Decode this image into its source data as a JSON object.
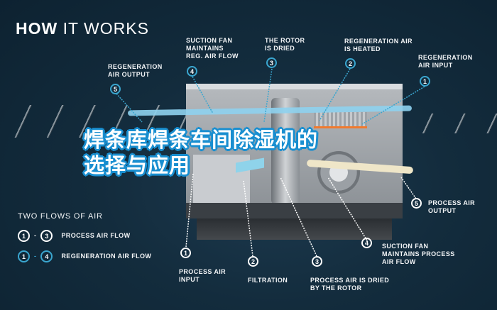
{
  "title": {
    "bold": "HOW",
    "rest": " IT WORKS"
  },
  "overlay_title": {
    "line1": "焊条库焊条车间除湿机的",
    "line2": "选择与应用"
  },
  "top_callouts": [
    {
      "num": "5",
      "label": "REGENERATION\nAIR OUTPUT"
    },
    {
      "num": "4",
      "label": "SUCTION FAN\nMAINTAINS\nREG. AIR FLOW"
    },
    {
      "num": "3",
      "label": "THE ROTOR\nIS DRIED"
    },
    {
      "num": "2",
      "label": "REGENERATION AIR\nIS HEATED"
    },
    {
      "num": "1",
      "label": "REGENERATION\nAIR INPUT"
    }
  ],
  "bottom_callouts": [
    {
      "num": "1",
      "label": "PROCESS AIR\nINPUT"
    },
    {
      "num": "2",
      "label": "FILTRATION"
    },
    {
      "num": "3",
      "label": "PROCESS AIR IS DRIED\nBY THE ROTOR"
    },
    {
      "num": "4",
      "label": "SUCTION FAN\nMAINTAINS PROCESS\nAIR FLOW"
    },
    {
      "num": "5",
      "label": "PROCESS AIR\nOUTPUT"
    }
  ],
  "legend": {
    "title": "TWO FLOWS OF AIR",
    "items": [
      {
        "from": "1",
        "to": "3",
        "label": "PROCESS AIR FLOW",
        "color": "#ffffff"
      },
      {
        "from": "1",
        "to": "4",
        "label": "REGENERATION AIR FLOW",
        "color": "#3aa6cf"
      }
    ],
    "dash": "-"
  },
  "colors": {
    "background": "#0f2433",
    "regen_line": "#3aa6cf",
    "process_line": "#ffffff",
    "overlay_outline": "#1a8fd0"
  }
}
